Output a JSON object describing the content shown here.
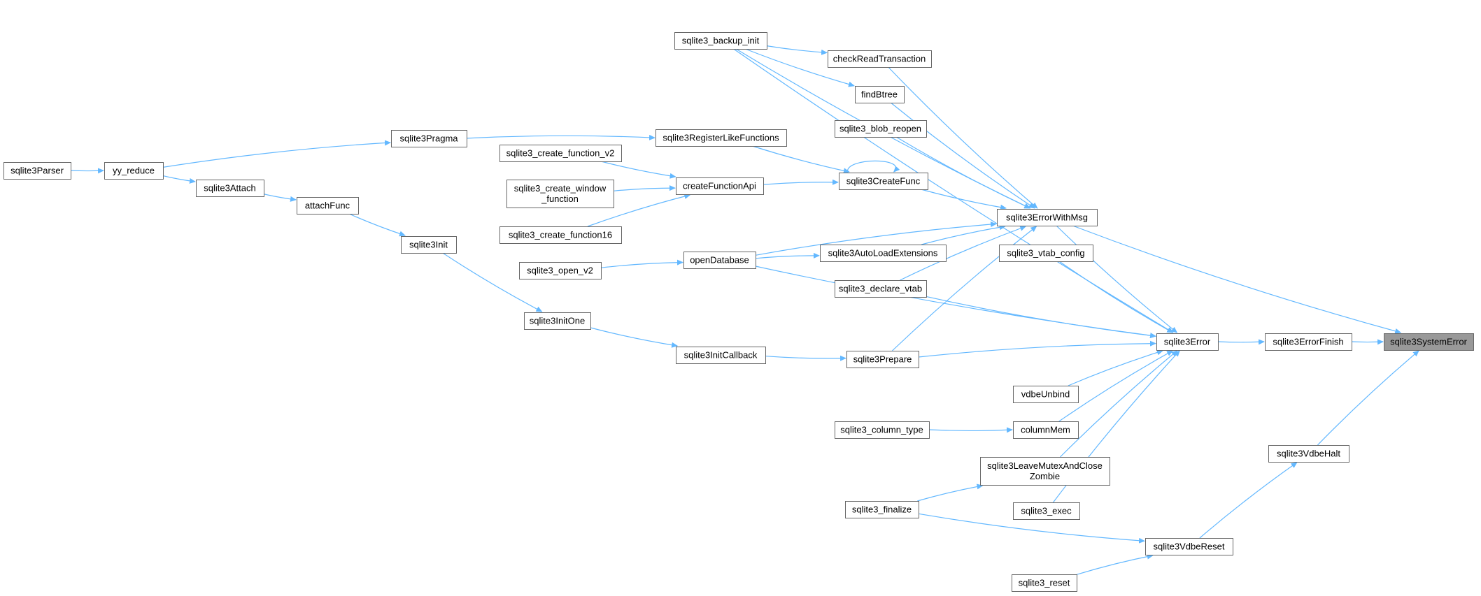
{
  "graph": {
    "focus_node": "sqlite3SystemError",
    "edge_color": "#63b8ff",
    "node_border_color": "#666666",
    "focus_fill_color": "#999999",
    "nodes": {
      "sqlite3Parser": [
        "sqlite3Parser"
      ],
      "yy_reduce": [
        "yy_reduce"
      ],
      "sqlite3Attach": [
        "sqlite3Attach"
      ],
      "attachFunc": [
        "attachFunc"
      ],
      "sqlite3Init": [
        "sqlite3Init"
      ],
      "sqlite3InitOne": [
        "sqlite3InitOne"
      ],
      "sqlite3Pragma": [
        "sqlite3Pragma"
      ],
      "sqlite3_create_function_v2": [
        "sqlite3_create_function_v2"
      ],
      "sqlite3_create_window_function": [
        "sqlite3_create_window",
        "_function"
      ],
      "sqlite3_create_function16": [
        "sqlite3_create_function16"
      ],
      "sqlite3_open_v2": [
        "sqlite3_open_v2"
      ],
      "sqlite3_backup_init": [
        "sqlite3_backup_init"
      ],
      "sqlite3RegisterLikeFunctions": [
        "sqlite3RegisterLikeFunctions"
      ],
      "createFunctionApi": [
        "createFunctionApi"
      ],
      "openDatabase": [
        "openDatabase"
      ],
      "sqlite3InitCallback": [
        "sqlite3InitCallback"
      ],
      "checkReadTransaction": [
        "checkReadTransaction"
      ],
      "findBtree": [
        "findBtree"
      ],
      "sqlite3_blob_reopen": [
        "sqlite3_blob_reopen"
      ],
      "sqlite3CreateFunc": [
        "sqlite3CreateFunc"
      ],
      "sqlite3AutoLoadExtensions": [
        "sqlite3AutoLoadExtensions"
      ],
      "sqlite3_declare_vtab": [
        "sqlite3_declare_vtab"
      ],
      "sqlite3Prepare": [
        "sqlite3Prepare"
      ],
      "sqlite3_column_type": [
        "sqlite3_column_type"
      ],
      "sqlite3_finalize": [
        "sqlite3_finalize"
      ],
      "sqlite3ErrorWithMsg": [
        "sqlite3ErrorWithMsg"
      ],
      "sqlite3_vtab_config": [
        "sqlite3_vtab_config"
      ],
      "vdbeUnbind": [
        "vdbeUnbind"
      ],
      "columnMem": [
        "columnMem"
      ],
      "sqlite3LeaveMutexAndCloseZombie": [
        "sqlite3LeaveMutexAndClose",
        "Zombie"
      ],
      "sqlite3_exec": [
        "sqlite3_exec"
      ],
      "sqlite3_reset": [
        "sqlite3_reset"
      ],
      "sqlite3Error": [
        "sqlite3Error"
      ],
      "sqlite3VdbeReset": [
        "sqlite3VdbeReset"
      ],
      "sqlite3ErrorFinish": [
        "sqlite3ErrorFinish"
      ],
      "sqlite3VdbeHalt": [
        "sqlite3VdbeHalt"
      ],
      "sqlite3SystemError": [
        "sqlite3SystemError"
      ]
    },
    "edges": [
      [
        "sqlite3Parser",
        "yy_reduce"
      ],
      [
        "yy_reduce",
        "sqlite3Pragma"
      ],
      [
        "yy_reduce",
        "sqlite3Attach"
      ],
      [
        "sqlite3Attach",
        "attachFunc"
      ],
      [
        "attachFunc",
        "sqlite3Init"
      ],
      [
        "sqlite3Init",
        "sqlite3InitOne"
      ],
      [
        "sqlite3InitOne",
        "sqlite3InitCallback"
      ],
      [
        "sqlite3InitCallback",
        "sqlite3Prepare"
      ],
      [
        "sqlite3Pragma",
        "sqlite3RegisterLikeFunctions"
      ],
      [
        "sqlite3RegisterLikeFunctions",
        "sqlite3CreateFunc"
      ],
      [
        "sqlite3_create_function_v2",
        "createFunctionApi"
      ],
      [
        "sqlite3_create_window_function",
        "createFunctionApi"
      ],
      [
        "sqlite3_create_function16",
        "createFunctionApi"
      ],
      [
        "createFunctionApi",
        "sqlite3CreateFunc"
      ],
      [
        "sqlite3CreateFunc",
        "sqlite3CreateFunc"
      ],
      [
        "sqlite3_open_v2",
        "openDatabase"
      ],
      [
        "openDatabase",
        "sqlite3AutoLoadExtensions"
      ],
      [
        "openDatabase",
        "sqlite3ErrorWithMsg"
      ],
      [
        "openDatabase",
        "sqlite3Error"
      ],
      [
        "sqlite3_backup_init",
        "checkReadTransaction"
      ],
      [
        "sqlite3_backup_init",
        "findBtree"
      ],
      [
        "sqlite3_backup_init",
        "sqlite3ErrorWithMsg"
      ],
      [
        "sqlite3_backup_init",
        "sqlite3Error"
      ],
      [
        "checkReadTransaction",
        "sqlite3ErrorWithMsg"
      ],
      [
        "findBtree",
        "sqlite3ErrorWithMsg"
      ],
      [
        "sqlite3_blob_reopen",
        "sqlite3ErrorWithMsg"
      ],
      [
        "sqlite3CreateFunc",
        "sqlite3ErrorWithMsg"
      ],
      [
        "sqlite3AutoLoadExtensions",
        "sqlite3ErrorWithMsg"
      ],
      [
        "sqlite3_declare_vtab",
        "sqlite3ErrorWithMsg"
      ],
      [
        "sqlite3_declare_vtab",
        "sqlite3Error"
      ],
      [
        "sqlite3Prepare",
        "sqlite3ErrorWithMsg"
      ],
      [
        "sqlite3Prepare",
        "sqlite3Error"
      ],
      [
        "sqlite3ErrorWithMsg",
        "sqlite3Error"
      ],
      [
        "sqlite3ErrorWithMsg",
        "sqlite3SystemError"
      ],
      [
        "sqlite3_vtab_config",
        "sqlite3Error"
      ],
      [
        "vdbeUnbind",
        "sqlite3Error"
      ],
      [
        "sqlite3_column_type",
        "columnMem"
      ],
      [
        "columnMem",
        "sqlite3Error"
      ],
      [
        "sqlite3_finalize",
        "sqlite3LeaveMutexAndCloseZombie"
      ],
      [
        "sqlite3_finalize",
        "sqlite3VdbeReset"
      ],
      [
        "sqlite3LeaveMutexAndCloseZombie",
        "sqlite3Error"
      ],
      [
        "sqlite3_exec",
        "sqlite3Error"
      ],
      [
        "sqlite3_reset",
        "sqlite3VdbeReset"
      ],
      [
        "sqlite3VdbeReset",
        "sqlite3VdbeHalt"
      ],
      [
        "sqlite3VdbeHalt",
        "sqlite3SystemError"
      ],
      [
        "sqlite3Error",
        "sqlite3ErrorFinish"
      ],
      [
        "sqlite3ErrorFinish",
        "sqlite3SystemError"
      ]
    ]
  }
}
